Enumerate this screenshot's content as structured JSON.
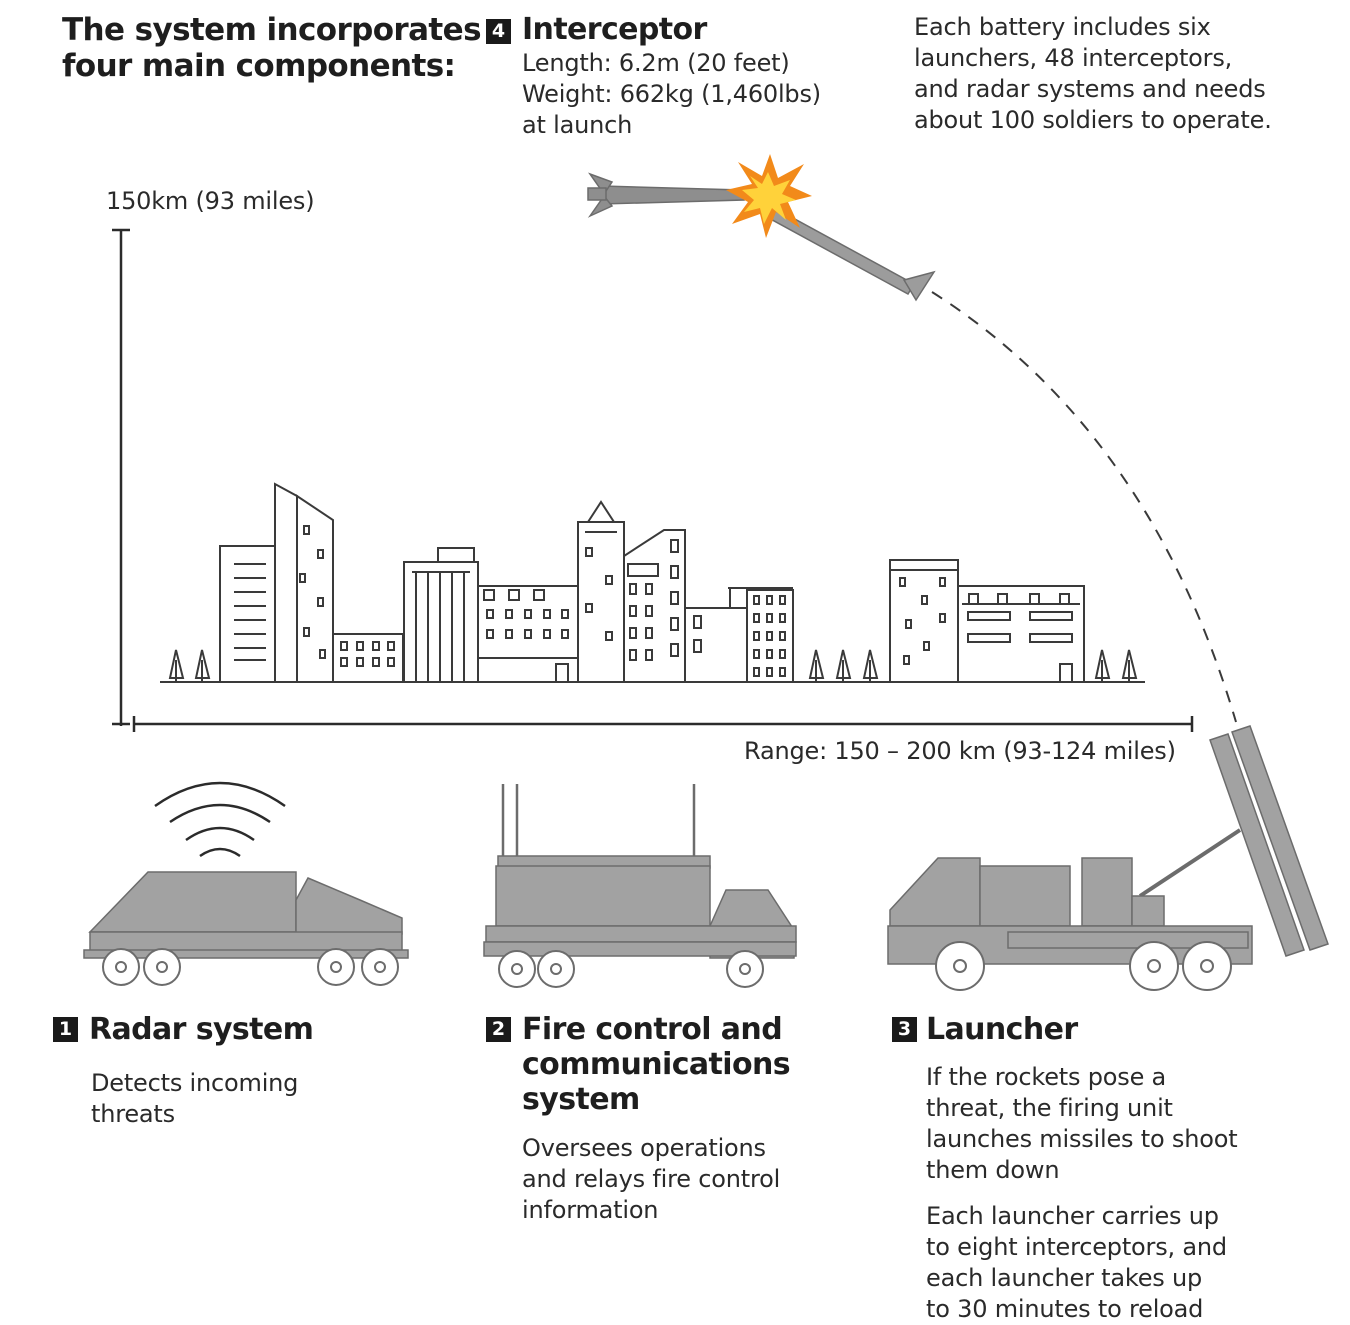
{
  "intro": {
    "title_lines": [
      "The system incorporates",
      "four main components:"
    ]
  },
  "battery_note": {
    "lines": [
      "Each battery includes six",
      "launchers, 48 interceptors,",
      "and radar systems and needs",
      "about 100 soldiers to operate."
    ]
  },
  "range": {
    "altitude_label": "150km (93 miles)",
    "range_label": "Range: 150 – 200 km (93-124 miles)"
  },
  "components": [
    {
      "number": "1",
      "title_lines": [
        "Radar system"
      ],
      "desc_lines": [
        "Detects incoming",
        "threats"
      ]
    },
    {
      "number": "2",
      "title_lines": [
        "Fire control and",
        "communications",
        "system"
      ],
      "desc_lines": [
        "Oversees operations",
        "and relays fire control",
        "information"
      ]
    },
    {
      "number": "3",
      "title_lines": [
        "Launcher"
      ],
      "desc_lines": [
        "If the rockets pose a",
        "threat, the firing unit",
        "launches missiles to shoot",
        "them down"
      ],
      "extra_lines": [
        "Each launcher carries up",
        "to eight interceptors, and",
        "each launcher takes up",
        "to 30 minutes to reload"
      ]
    },
    {
      "number": "4",
      "title_lines": [
        "Interceptor"
      ],
      "desc_lines": [
        "Length: 6.2m (20 feet)",
        "Weight: 662kg (1,460lbs)",
        "at launch"
      ]
    }
  ],
  "colors": {
    "vehicle_gray": "#a2a2a2",
    "vehicle_stroke": "#6c6c6c",
    "line_dark": "#2b2b2b",
    "explosion_orange": "#f28a1a",
    "explosion_yellow": "#ffd23a"
  },
  "icons": [
    "radar-signal-icon",
    "explosion-icon",
    "tree-icon"
  ]
}
